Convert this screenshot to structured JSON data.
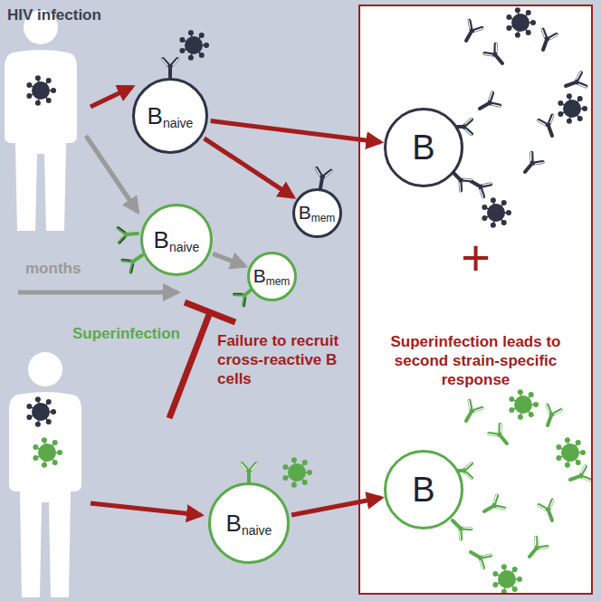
{
  "diagram": {
    "nodes": [
      {
        "text": [
          "B",
          "naive"
        ]
      },
      {
        "text": [
          "B",
          "naive"
        ]
      },
      {
        "text": [
          "B",
          "mem"
        ]
      },
      {
        "text": [
          "B",
          "mem"
        ]
      },
      {
        "text": [
          "+",
          "Superinfection leads to second strain-specific response"
        ]
      },
      {
        "text": [
          "B"
        ],
        "in": 4
      },
      {
        "text": [
          "B"
        ],
        "in": 4
      },
      {
        "text": [
          "B",
          "naive"
        ]
      }
    ],
    "edges": [
      {
        "from": 0,
        "to": 5,
        "arrow": "to"
      },
      {
        "from": 0,
        "to": 2,
        "arrow": "to"
      },
      {
        "from": 1,
        "to": 3,
        "arrow": "to"
      },
      {
        "from": 7,
        "to": 6,
        "arrow": "to"
      }
    ],
    "labels": [
      "HIV infection",
      "months",
      "Superinfection",
      "Failure to recruit cross-reactive B cells"
    ]
  }
}
